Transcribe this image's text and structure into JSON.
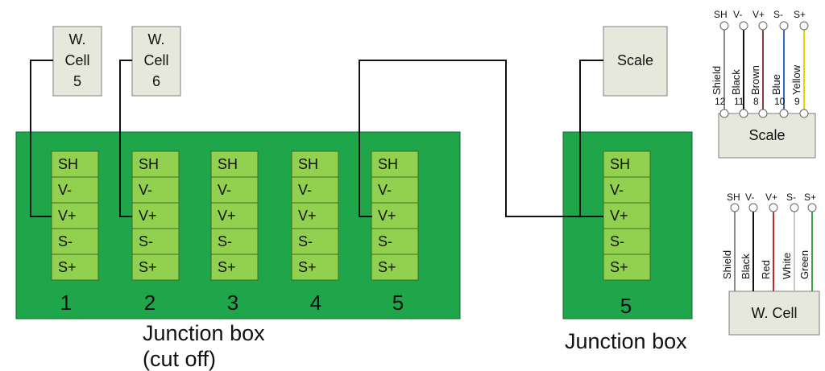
{
  "terminal_labels": [
    "SH",
    "V-",
    "V+",
    "S-",
    "S+"
  ],
  "main_box": {
    "title": "Junction box",
    "subtitle": "(cut off)",
    "strip_numbers": [
      "1",
      "2",
      "3",
      "4",
      "5"
    ]
  },
  "second_box": {
    "title": "Junction box",
    "strip_number": "5"
  },
  "cells": [
    {
      "lines": [
        "W.",
        "Cell",
        "5"
      ]
    },
    {
      "lines": [
        "W.",
        "Cell",
        "6"
      ]
    }
  ],
  "scale_box_label": "Scale",
  "scale_legend": {
    "box_label": "Scale",
    "pins": [
      {
        "abbr": "SH",
        "wire": "Shield",
        "number": "12",
        "color": "#8c8c8c"
      },
      {
        "abbr": "V-",
        "wire": "Black",
        "number": "11",
        "color": "#111111"
      },
      {
        "abbr": "V+",
        "wire": "Brown",
        "number": "8",
        "color": "#8b3a3a"
      },
      {
        "abbr": "S-",
        "wire": "Blue",
        "number": "10",
        "color": "#2f6fc4"
      },
      {
        "abbr": "S+",
        "wire": "Yellow",
        "number": "9",
        "color": "#e8d200"
      }
    ]
  },
  "cell_legend": {
    "box_label": "W. Cell",
    "pins": [
      {
        "abbr": "SH",
        "wire": "Shield",
        "color": "#8c8c8c"
      },
      {
        "abbr": "V-",
        "wire": "Black",
        "color": "#111111"
      },
      {
        "abbr": "V+",
        "wire": "Red",
        "color": "#c0292b"
      },
      {
        "abbr": "S-",
        "wire": "White",
        "color": "#c8c8c8"
      },
      {
        "abbr": "S+",
        "wire": "Green",
        "color": "#3aa845"
      }
    ]
  },
  "colors": {
    "board": "#1fa64a",
    "board_border": "#0f6b2e",
    "terminal": "#92d050",
    "terminal_border": "#3f6e1f",
    "box_fill": "#e7e8dc",
    "box_border": "#7f7f7f",
    "wire": "#111111"
  }
}
